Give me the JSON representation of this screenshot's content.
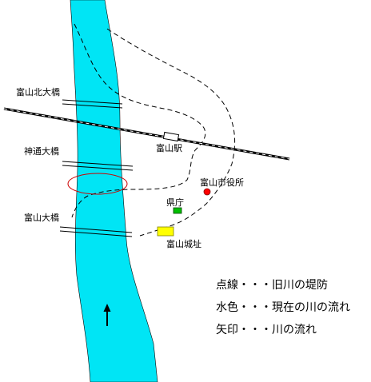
{
  "colors": {
    "river": "#00E5F5",
    "railway": "#000000",
    "old_river_banks": "#000000",
    "city_hall_marker": "#FF0000",
    "prefectural_office_marker": "#00C000",
    "castle_ruins_marker": "#FFFF00",
    "flow_arrow": "#000000"
  },
  "icons": {
    "flow_arrow": "up-arrow-icon",
    "city_hall": "red-circle-marker",
    "prefectural_office": "green-square-marker",
    "castle_ruins": "yellow-rectangle-marker",
    "station": "station-box"
  },
  "map": {
    "bridges": [
      {
        "label": "富山北大橋"
      },
      {
        "label": "神通大橋"
      },
      {
        "label": "富山大橋"
      }
    ],
    "places": {
      "station": "富山駅",
      "city_hall": "富山市役所",
      "prefectural_office": "県庁",
      "castle_ruins": "富山城址"
    }
  },
  "legend": {
    "items": [
      "点線・・・旧川の堤防",
      "水色・・・現在の川の流れ",
      "矢印・・・川の流れ"
    ]
  }
}
